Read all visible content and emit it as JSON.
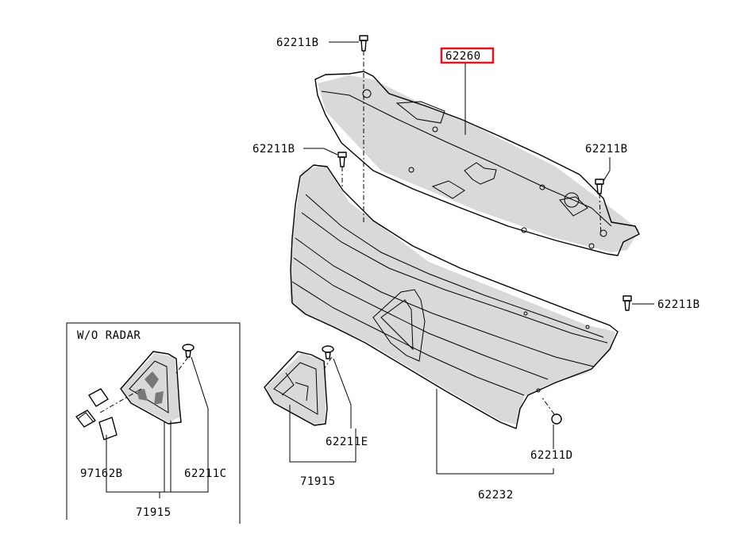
{
  "section_title": "W/O RADAR",
  "highlight_color": "#e0141e",
  "labels": {
    "top_bolt": "62211B",
    "shroud": "62260",
    "left_bolt": "62211B",
    "right_bolt": "62211B",
    "side_bolt": "62211B",
    "clip_e": "62211E",
    "clip_d": "62211D",
    "grille": "62232",
    "insert_left": "71915",
    "insert_mid": "71915",
    "emblem": "97162B",
    "clip_c": "62211C"
  }
}
